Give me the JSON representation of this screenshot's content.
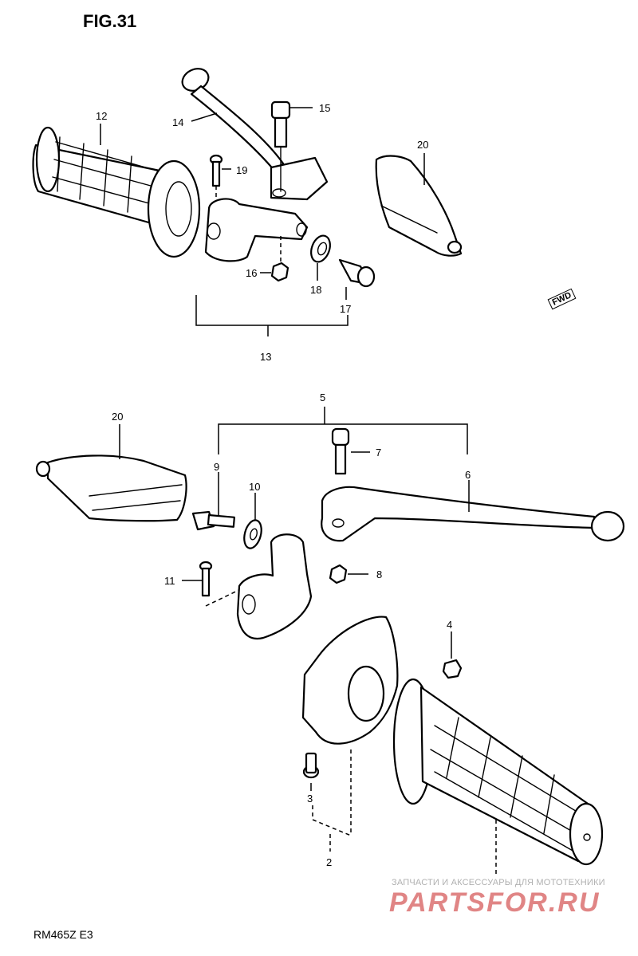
{
  "figure": {
    "title": "FIG.31",
    "model": "RM465Z  E3",
    "direction_mark": "FWD"
  },
  "watermark": {
    "subtitle": "ЗАПЧАСТИ И АКСЕССУАРЫ ДЛЯ МОТОТЕХНИКИ",
    "brand": "PARTSFOR.RU",
    "color": "#e08585"
  },
  "callouts": {
    "c12": "12",
    "c14": "14",
    "c15": "15",
    "c19": "19",
    "c20_top": "20",
    "c16": "16",
    "c18": "18",
    "c17": "17",
    "c13": "13",
    "c5": "5",
    "c20_bottom": "20",
    "c7": "7",
    "c9": "9",
    "c6": "6",
    "c10": "10",
    "c11": "11",
    "c8": "8",
    "c4": "4",
    "c3": "3",
    "c2": "2"
  }
}
